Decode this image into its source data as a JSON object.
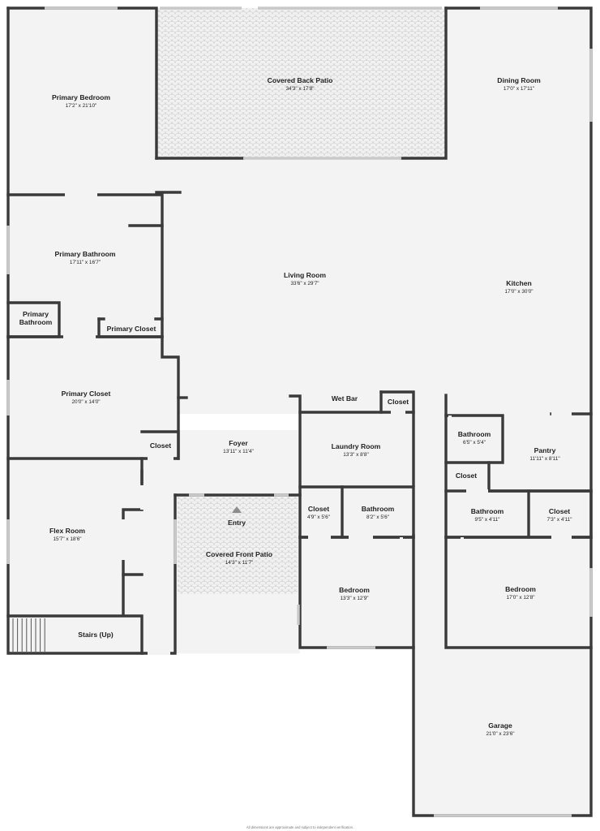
{
  "rooms": {
    "primary_bedroom": {
      "name": "Primary Bedroom",
      "dims": "17'2\" x 21'10\""
    },
    "covered_back_patio": {
      "name": "Covered Back Patio",
      "dims": "34'3\" x 17'8\""
    },
    "dining_room": {
      "name": "Dining Room",
      "dims": "17'0\" x 17'11\""
    },
    "primary_bathroom": {
      "name": "Primary Bathroom",
      "dims": "17'11\" x 16'7\""
    },
    "living_room": {
      "name": "Living Room",
      "dims": "33'6\" x 29'7\""
    },
    "kitchen": {
      "name": "Kitchen",
      "dims": "17'0\" x 30'0\""
    },
    "primary_bathroom_small": {
      "line1": "Primary",
      "line2": "Bathroom"
    },
    "primary_closet_small": {
      "name": "Primary Closet"
    },
    "primary_closet": {
      "name": "Primary Closet",
      "dims": "20'0\" x 14'0\""
    },
    "wet_bar": {
      "name": "Wet Bar"
    },
    "closet_wetbar": {
      "name": "Closet"
    },
    "bathroom_kitchen": {
      "name": "Bathroom",
      "dims": "6'5\" x 5'4\""
    },
    "laundry_room": {
      "name": "Laundry Room",
      "dims": "13'3\" x 8'8\""
    },
    "pantry": {
      "name": "Pantry",
      "dims": "11'11\" x 8'11\""
    },
    "closet_left": {
      "name": "Closet"
    },
    "foyer": {
      "name": "Foyer",
      "dims": "13'11\" x 11'4\""
    },
    "closet_right_small": {
      "name": "Closet"
    },
    "flex_room": {
      "name": "Flex Room",
      "dims": "15'7\" x 18'6\""
    },
    "entry": {
      "name": "Entry"
    },
    "closet_mid": {
      "name": "Closet",
      "dims": "4'9\" x 5'6\""
    },
    "bathroom_mid": {
      "name": "Bathroom",
      "dims": "8'2\" x 5'6\""
    },
    "bathroom_right": {
      "name": "Bathroom",
      "dims": "9'5\" x 4'11\""
    },
    "closet_far_right": {
      "name": "Closet",
      "dims": "7'3\" x 4'11\""
    },
    "covered_front_patio": {
      "name": "Covered Front Patio",
      "dims": "14'3\" x 11'7\""
    },
    "bedroom_mid": {
      "name": "Bedroom",
      "dims": "13'3\" x 12'9\""
    },
    "bedroom_right": {
      "name": "Bedroom",
      "dims": "17'0\" x 12'8\""
    },
    "stairs": {
      "name": "Stairs (Up)"
    },
    "garage": {
      "name": "Garage",
      "dims": "21'0\" x 23'6\""
    }
  },
  "footer": {
    "disclaimer": "All dimensions are approximate and subject to independent verification."
  },
  "colors": {
    "floor": "#f3f3f3",
    "wall": "#3a3a3a",
    "window": "#c9c9c9",
    "patio_pattern": "#cfcfcf"
  }
}
